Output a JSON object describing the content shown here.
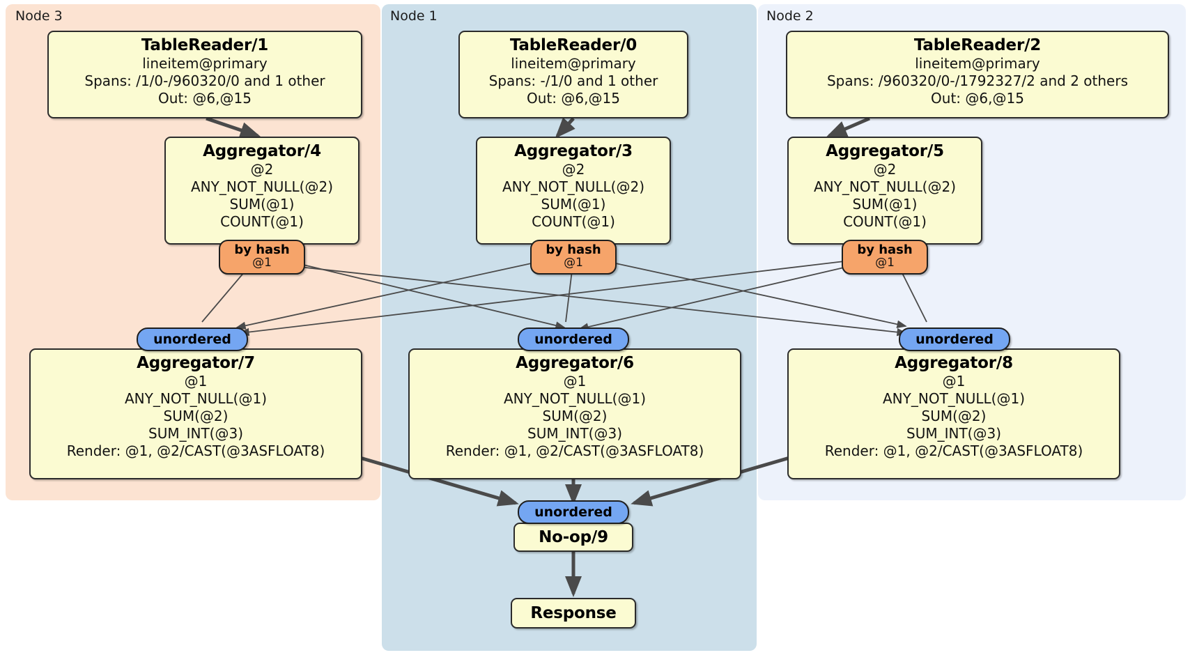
{
  "diagram": {
    "type": "distributed-query-plan",
    "colors": {
      "node3_bg": "#fce3d2",
      "node1_bg": "#ccdfea",
      "node2_bg": "#edf2fb",
      "processor_bg": "#fbfbd2",
      "hash_router_bg": "#f6a46a",
      "unordered_synchronizer_bg": "#74a6f2",
      "border": "#2b2b2b",
      "edge": "#4a4a4a"
    },
    "nodes": [
      {
        "id": "node3",
        "label": "Node 3"
      },
      {
        "id": "node1",
        "label": "Node 1"
      },
      {
        "id": "node2",
        "label": "Node 2"
      }
    ],
    "processors": {
      "tablereader1": {
        "title": "TableReader/1",
        "lines": [
          "lineitem@primary",
          "Spans: /1/0-/960320/0 and 1 other",
          "Out: @6,@15"
        ]
      },
      "tablereader0": {
        "title": "TableReader/0",
        "lines": [
          "lineitem@primary",
          "Spans: -/1/0 and 1 other",
          "Out: @6,@15"
        ]
      },
      "tablereader2": {
        "title": "TableReader/2",
        "lines": [
          "lineitem@primary",
          "Spans: /960320/0-/1792327/2 and 2 others",
          "Out: @6,@15"
        ]
      },
      "aggregator4": {
        "title": "Aggregator/4",
        "lines": [
          "@2",
          "ANY_NOT_NULL(@2)",
          "SUM(@1)",
          "COUNT(@1)"
        ]
      },
      "aggregator3": {
        "title": "Aggregator/3",
        "lines": [
          "@2",
          "ANY_NOT_NULL(@2)",
          "SUM(@1)",
          "COUNT(@1)"
        ]
      },
      "aggregator5": {
        "title": "Aggregator/5",
        "lines": [
          "@2",
          "ANY_NOT_NULL(@2)",
          "SUM(@1)",
          "COUNT(@1)"
        ]
      },
      "aggregator7": {
        "title": "Aggregator/7",
        "lines": [
          "@1",
          "ANY_NOT_NULL(@1)",
          "SUM(@2)",
          "SUM_INT(@3)",
          "Render: @1, @2/CAST(@3ASFLOAT8)"
        ]
      },
      "aggregator6": {
        "title": "Aggregator/6",
        "lines": [
          "@1",
          "ANY_NOT_NULL(@1)",
          "SUM(@2)",
          "SUM_INT(@3)",
          "Render: @1, @2/CAST(@3ASFLOAT8)"
        ]
      },
      "aggregator8": {
        "title": "Aggregator/8",
        "lines": [
          "@1",
          "ANY_NOT_NULL(@1)",
          "SUM(@2)",
          "SUM_INT(@3)",
          "Render: @1, @2/CAST(@3ASFLOAT8)"
        ]
      },
      "noop9": {
        "title": "No-op/9"
      },
      "response": {
        "title": "Response"
      }
    },
    "routers": {
      "hash_left": {
        "label": "by hash",
        "column": "@1"
      },
      "hash_center": {
        "label": "by hash",
        "column": "@1"
      },
      "hash_right": {
        "label": "by hash",
        "column": "@1"
      }
    },
    "synchronizers": {
      "unordered_left": {
        "label": "unordered"
      },
      "unordered_center": {
        "label": "unordered"
      },
      "unordered_right": {
        "label": "unordered"
      },
      "unordered_final": {
        "label": "unordered"
      }
    }
  }
}
